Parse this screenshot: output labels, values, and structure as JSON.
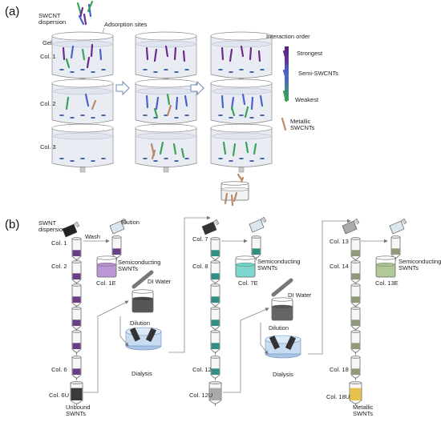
{
  "panel_a": {
    "letter": "(a)",
    "swcnt_dispersion": "SWCNT\ndispersion",
    "gel": "Gel",
    "adsorption_sites": "Adsorption sites",
    "col_labels": [
      "Col. 1",
      "Col. 2",
      "Col. 3"
    ],
    "interaction_order": "Interaction order",
    "strongest": "Strongest",
    "semi_swcnts": "Semi-SWCNTs",
    "weakest": "Weakest",
    "metallic_swcnts": "Metallic\nSWCNTs",
    "colors": {
      "strongest": "#6b2a8c",
      "mid": "#4a63c9",
      "weakest": "#3aa35a",
      "metallic": "#b88a6a",
      "gel": "#e9edf3"
    }
  },
  "panel_b": {
    "letter": "(b)",
    "swnt_dispersion": "SWNT\ndispersion",
    "wash": "Wash",
    "elution": "Elution",
    "stage1": {
      "top": "Col. 1",
      "col2": "Col. 2",
      "bottom": "Col. 6",
      "unbound": "Col. 6U",
      "eluate": "Col. 1E",
      "semi": "Semiconducting\nSWNTs",
      "unbound_label": "Unbound\nSWNTs"
    },
    "stage2": {
      "top": "Col. 7",
      "col2": "Col. 8",
      "bottom": "Col. 12",
      "unbound": "Col. 12U",
      "eluate": "Col. 7E",
      "semi": "Semiconducting\nSWNTs"
    },
    "stage3": {
      "top": "Col. 13",
      "col2": "Col. 14",
      "bottom": "Col. 18",
      "unbound": "Col. 18U",
      "eluate": "Col. 13E",
      "semi": "Semiconducting\nSWNTs",
      "metallic": "Metallic\nSWNTs"
    },
    "di_water": "DI Water",
    "dilution": "Dilution",
    "dialysis": "Dialysis",
    "colors": {
      "stage1": "#6a3f86",
      "stage2": "#2f8f84",
      "stage3": "#8e9a78",
      "eluate1": "#b58bd0",
      "eluate2": "#6fd3c6",
      "eluate3": "#a8c28e",
      "metallic": "#e6c24a",
      "dark": "#3a3a3a"
    }
  }
}
